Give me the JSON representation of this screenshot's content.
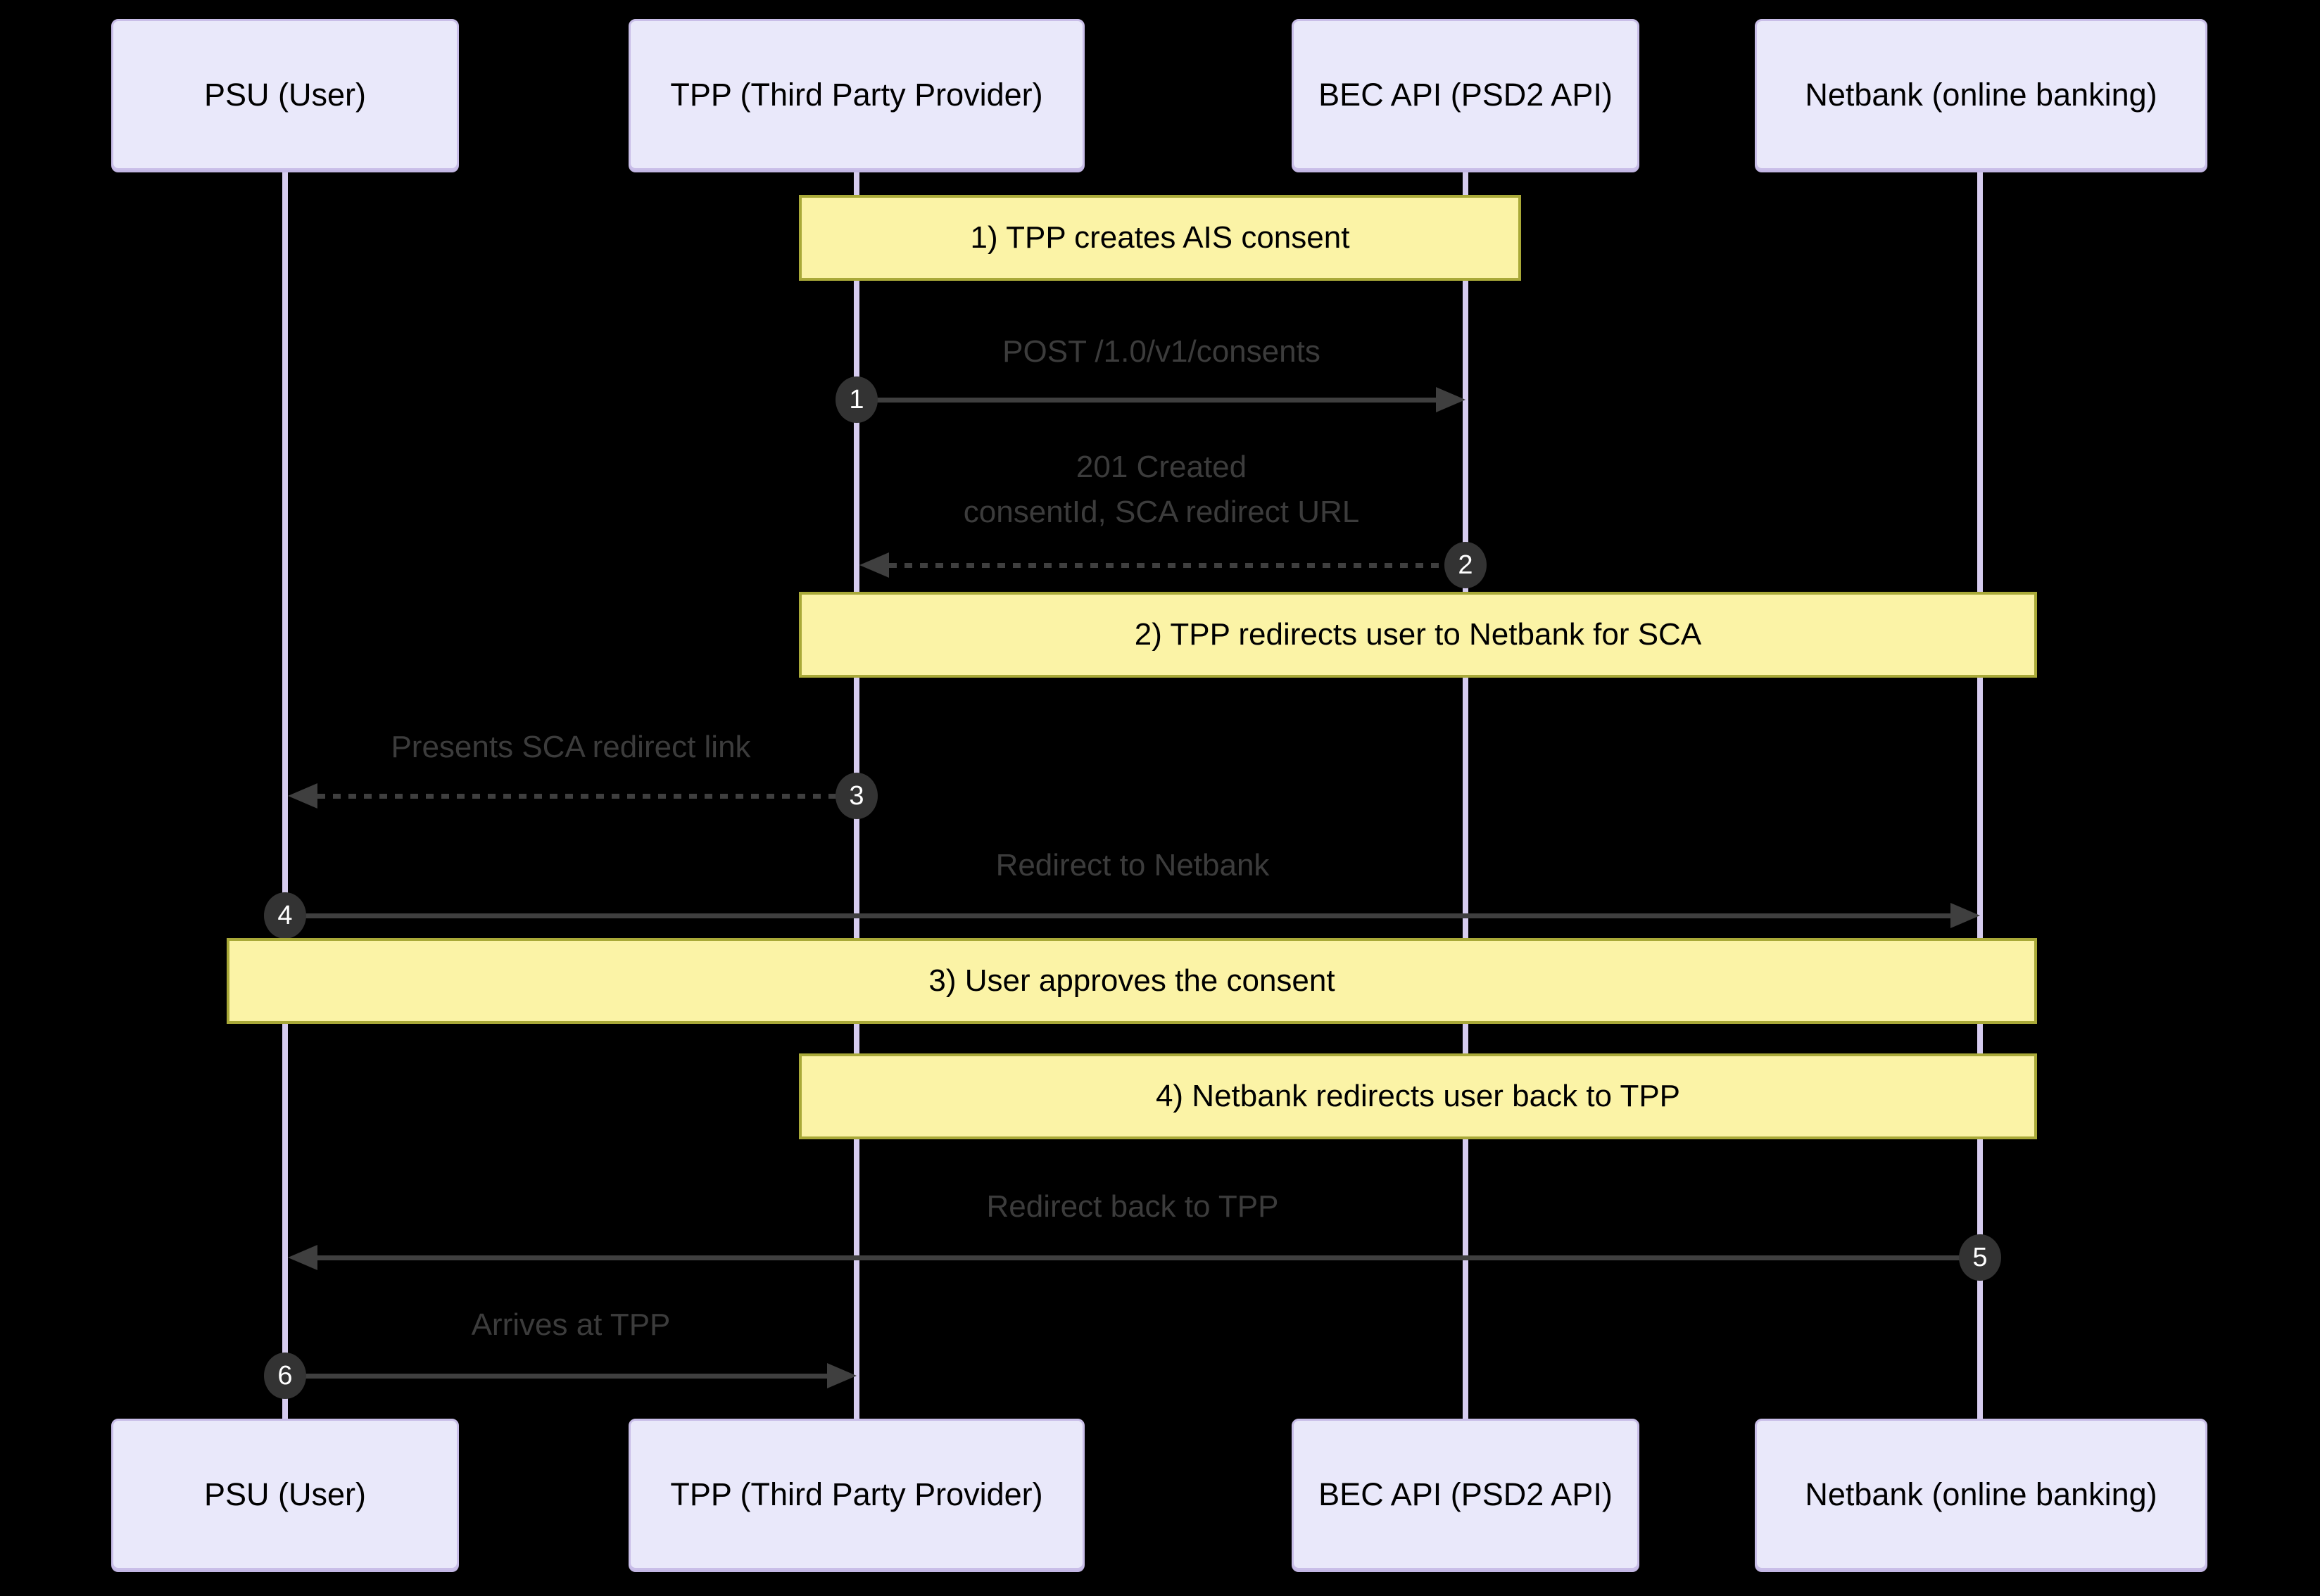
{
  "colors": {
    "background": "#000000",
    "actor_fill": "#E9E8FA",
    "actor_border": "#C9BEE8",
    "actor_text": "#000000",
    "lifeline": "#D6CCEF",
    "note_fill": "#FBF3A6",
    "note_border": "#A9A938",
    "note_text": "#000000",
    "message_text": "#3C3C3C",
    "arrow": "#3F3F3F",
    "seq_badge_fill": "#333333",
    "seq_badge_text": "#FFFFFF"
  },
  "actors": [
    {
      "label": "PSU (User)"
    },
    {
      "label": "TPP (Third Party Provider)"
    },
    {
      "label": "BEC API (PSD2 API)"
    },
    {
      "label": "Netbank (online banking)"
    }
  ],
  "notes": [
    {
      "label": "1) TPP creates AIS consent",
      "over": [
        "TPP (Third Party Provider)",
        "BEC API (PSD2 API)"
      ]
    },
    {
      "label": "2) TPP redirects user to Netbank for SCA",
      "over": [
        "TPP (Third Party Provider)",
        "Netbank (online banking)"
      ]
    },
    {
      "label": "3) User approves the consent",
      "over": [
        "PSU (User)",
        "Netbank (online banking)"
      ]
    },
    {
      "label": "4) Netbank redirects user back to TPP",
      "over": [
        "TPP (Third Party Provider)",
        "Netbank (online banking)"
      ]
    }
  ],
  "messages": [
    {
      "seq": "1",
      "from": "TPP (Third Party Provider)",
      "to": "BEC API (PSD2 API)",
      "line": "solid",
      "lines": [
        "POST /1.0/v1/consents"
      ]
    },
    {
      "seq": "2",
      "from": "BEC API (PSD2 API)",
      "to": "TPP (Third Party Provider)",
      "line": "dashed",
      "lines": [
        "201 Created",
        "consentId, SCA redirect URL"
      ]
    },
    {
      "seq": "3",
      "from": "TPP (Third Party Provider)",
      "to": "PSU (User)",
      "line": "dashed",
      "lines": [
        "Presents SCA redirect link"
      ]
    },
    {
      "seq": "4",
      "from": "PSU (User)",
      "to": "Netbank (online banking)",
      "line": "solid",
      "lines": [
        "Redirect to Netbank"
      ]
    },
    {
      "seq": "5",
      "from": "Netbank (online banking)",
      "to": "PSU (User)",
      "line": "solid",
      "lines": [
        "Redirect back to TPP"
      ]
    },
    {
      "seq": "6",
      "from": "PSU (User)",
      "to": "TPP (Third Party Provider)",
      "line": "solid",
      "lines": [
        "Arrives at TPP"
      ]
    }
  ]
}
